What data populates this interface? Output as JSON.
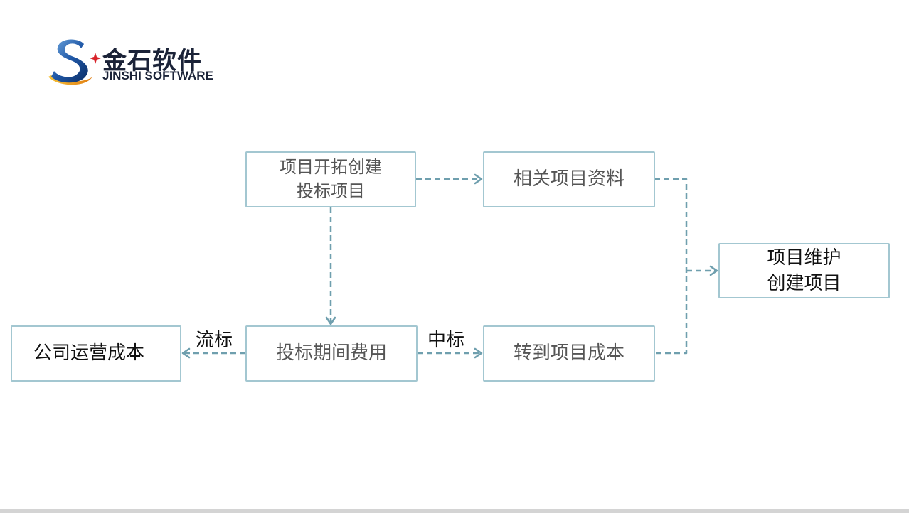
{
  "logo": {
    "name_cn": "金石软件",
    "name_en": "JINSHI SOFTWARE"
  },
  "nodes": {
    "project_create": {
      "line1": "项目开拓创建",
      "line2": "投标项目"
    },
    "related_docs": {
      "label": "相关项目资料"
    },
    "project_maintain": {
      "line1": "项目维护",
      "line2": "创建项目"
    },
    "company_cost": {
      "label": "公司运营成本"
    },
    "bid_expense": {
      "label": "投标期间费用"
    },
    "project_cost": {
      "label": "转到项目成本"
    }
  },
  "edges": {
    "lost_bid": "流标",
    "won_bid": "中标"
  },
  "colors": {
    "box_border": "#a3c7d1",
    "arrow": "#6f9fae",
    "logo_text": "#1b2338"
  }
}
